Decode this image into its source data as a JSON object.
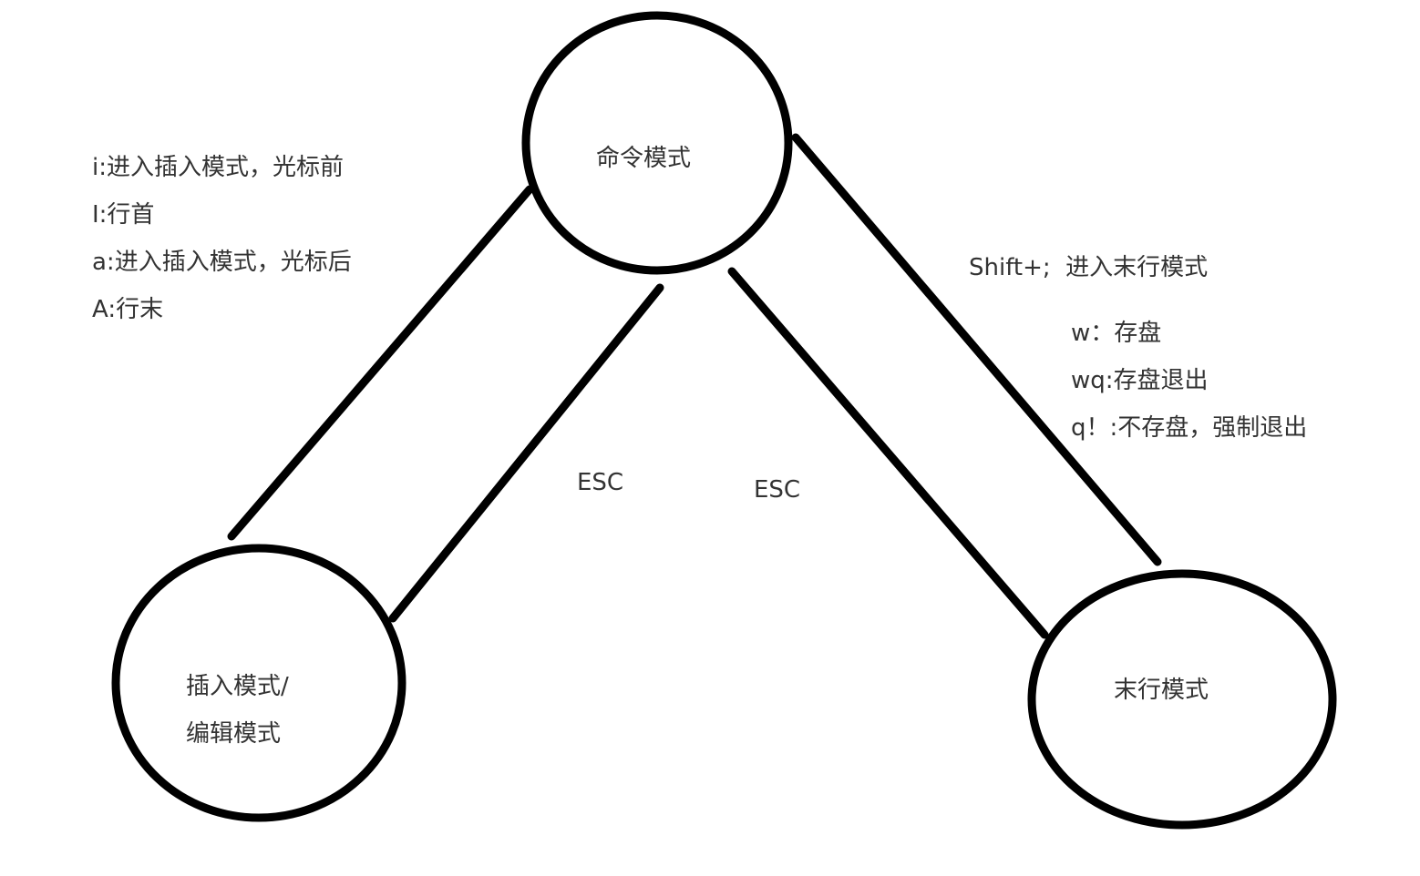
{
  "nodes": {
    "command": {
      "label": "命令模式"
    },
    "insert": {
      "label_line1": "插入模式/",
      "label_line2": "编辑模式"
    },
    "lastline": {
      "label": "末行模式"
    }
  },
  "left_notes": [
    "i:进入插入模式，光标前",
    "I:行首",
    "a:进入插入模式，光标后",
    "A:行末"
  ],
  "right_notes": {
    "enter": "Shift+;  进入末行模式",
    "commands": [
      "w：存盘",
      "wq:存盘退出",
      "q！:不存盘，强制退出"
    ]
  },
  "edges": {
    "insert_to_command": "ESC",
    "lastline_to_command": "ESC"
  },
  "colors": {
    "stroke": "#000000",
    "text": "#333333",
    "background": "#ffffff"
  }
}
